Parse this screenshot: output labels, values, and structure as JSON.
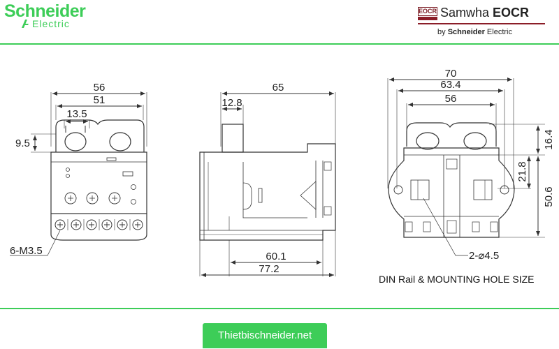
{
  "header": {
    "brand_left_top": "Schneider",
    "brand_left_bottom": "Electric",
    "eocr_mark": "EOCR",
    "brand_right_prefix": "Samwha ",
    "brand_right_suffix": "EOCR",
    "by_prefix": "by ",
    "by_brand": "Schneider",
    "by_suffix": " Electric"
  },
  "colors": {
    "accent_green": "#3dcd58",
    "samwha_red": "#8b1d28",
    "line": "#333333"
  },
  "front_view": {
    "dim_56": "56",
    "dim_51": "51",
    "dim_13_5": "13.5",
    "dim_9_5": "9.5",
    "terminal_label": "6-M3.5"
  },
  "side_view": {
    "dim_65": "65",
    "dim_12_8": "12.8",
    "dim_60_1": "60.1",
    "dim_77_2": "77.2"
  },
  "rear_view": {
    "dim_70": "70",
    "dim_63_4": "63.4",
    "dim_56": "56",
    "dim_16_4": "16.4",
    "dim_21_8": "21.8",
    "dim_50_6": "50.6",
    "hole_label": "2-⌀4.5",
    "caption": "DIN Rail & MOUNTING HOLE SIZE"
  },
  "footer": {
    "site": "Thietbischneider.net"
  }
}
